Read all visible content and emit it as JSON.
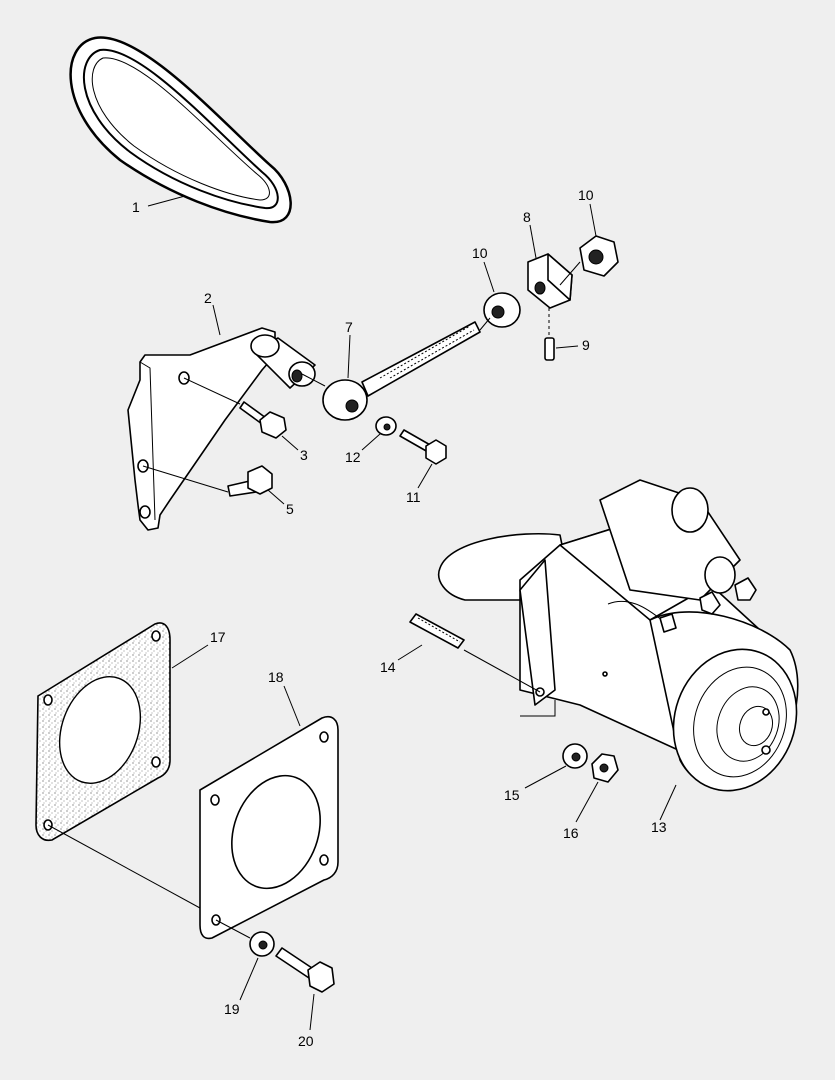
{
  "diagram": {
    "callouts": [
      {
        "id": "c1",
        "text": "1"
      },
      {
        "id": "c2",
        "text": "2"
      },
      {
        "id": "c3",
        "text": "3"
      },
      {
        "id": "c5",
        "text": "5"
      },
      {
        "id": "c7",
        "text": "7"
      },
      {
        "id": "c8",
        "text": "8"
      },
      {
        "id": "c9",
        "text": "9"
      },
      {
        "id": "c10a",
        "text": "10"
      },
      {
        "id": "c10b",
        "text": "10"
      },
      {
        "id": "c11",
        "text": "11"
      },
      {
        "id": "c12",
        "text": "12"
      },
      {
        "id": "c13",
        "text": "13"
      },
      {
        "id": "c14",
        "text": "14"
      },
      {
        "id": "c15",
        "text": "15"
      },
      {
        "id": "c16",
        "text": "16"
      },
      {
        "id": "c17",
        "text": "17"
      },
      {
        "id": "c18",
        "text": "18"
      },
      {
        "id": "c19",
        "text": "19"
      },
      {
        "id": "c20",
        "text": "20"
      }
    ]
  }
}
